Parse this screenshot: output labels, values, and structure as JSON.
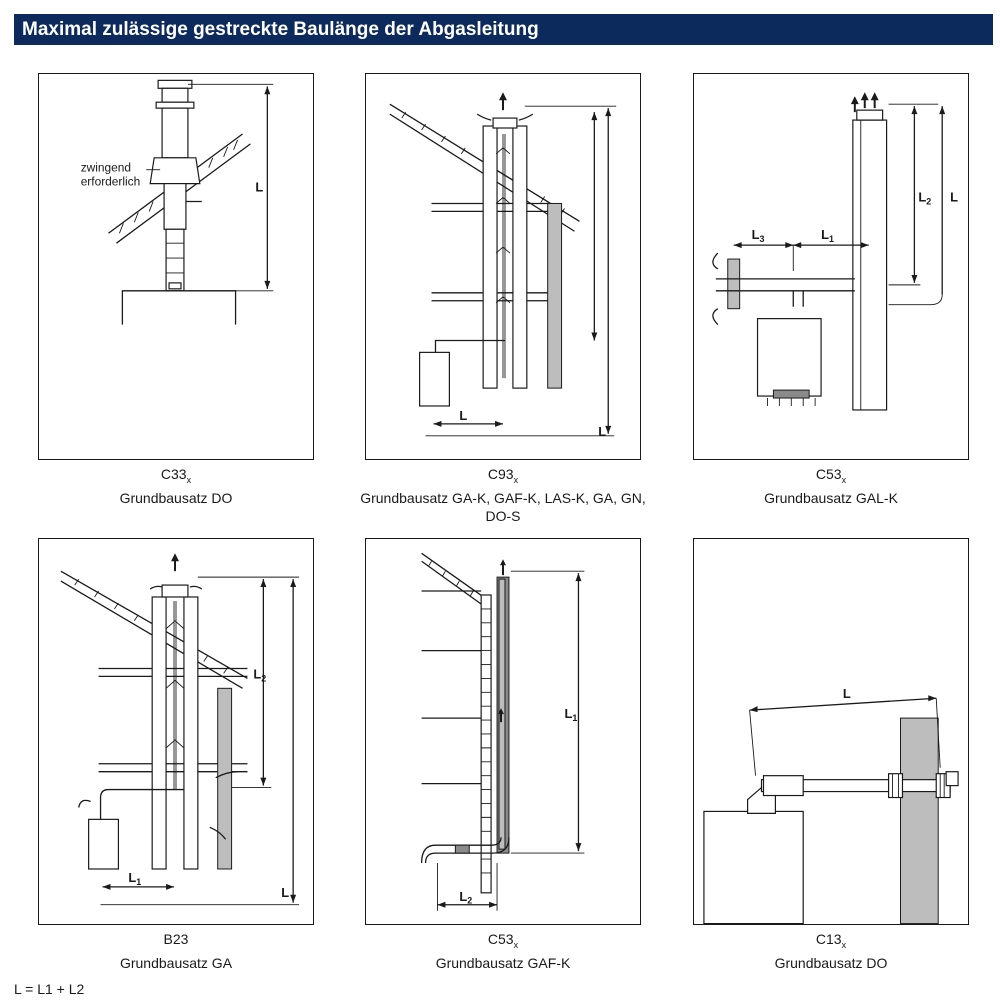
{
  "header": {
    "title": "Maximal zulässige gestreckte Baulänge der Abgasleitung"
  },
  "panels": [
    {
      "code": "C33",
      "code_sub": "x",
      "desc": "Grundbausatz DO",
      "labels": {
        "L": "L",
        "note_1": "zwingend",
        "note_2": "erforderlich"
      }
    },
    {
      "code": "C93",
      "code_sub": "x",
      "desc_1": "Grundbausatz GA-K, GAF-K, LAS-K, GA, GN,",
      "desc_2": "DO-S",
      "labels": {
        "L": "L",
        "L1": "L"
      }
    },
    {
      "code": "C53",
      "code_sub": "x",
      "desc": "Grundbausatz GAL-K",
      "labels": {
        "L": "L",
        "L1": "L",
        "L1_sub": "1",
        "L2": "L",
        "L2_sub": "2",
        "L3": "L",
        "L3_sub": "3"
      }
    },
    {
      "code": "B23",
      "code_sub": "",
      "desc": "Grundbausatz GA",
      "labels": {
        "L": "L",
        "L1": "L",
        "L1_sub": "1",
        "L2": "L",
        "L2_sub": "2"
      }
    },
    {
      "code": "C53",
      "code_sub": "x",
      "desc": "Grundbausatz GAF-K",
      "labels": {
        "L1": "L",
        "L1_sub": "1",
        "L2": "L",
        "L2_sub": "2"
      }
    },
    {
      "code": "C13",
      "code_sub": "x",
      "desc": "Grundbausatz DO",
      "labels": {
        "L": "L"
      }
    }
  ],
  "footnote": "L = L1 + L2"
}
